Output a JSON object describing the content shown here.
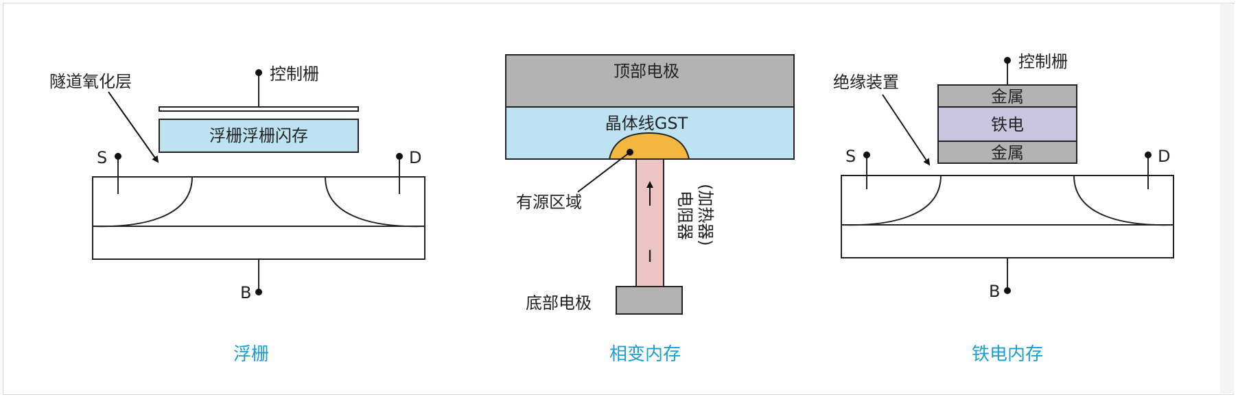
{
  "floating_gate": {
    "tunnel_oxide": "隧道氧化层",
    "control_gate": "控制栅",
    "gate_box": "浮栅浮栅闪存",
    "source": "S",
    "drain": "D",
    "body": "B",
    "caption": "浮栅"
  },
  "phase_change": {
    "top_electrode": "顶部电极",
    "crystal_line": "晶体线GST",
    "active_region": "有源区域",
    "resistor_heater": [
      "电阻器",
      "(加热器)"
    ],
    "current_symbol": "I",
    "bottom_electrode": "底部电极",
    "caption": "相变内存"
  },
  "ferroelectric": {
    "insulator": "绝缘装置",
    "control_gate": "控制栅",
    "layers": [
      "金属",
      "铁电",
      "金属"
    ],
    "source": "S",
    "drain": "D",
    "body": "B",
    "caption": "铁电内存"
  },
  "colors": {
    "caption": "#1a9fd0",
    "gate_box_fill": "#bde3f2",
    "electrode_fill": "#b3b3b3",
    "gst_fill": "#bde3f2",
    "active_fill": "#f3b73f",
    "resistor_fill": "#ecc4c4",
    "ferro_fill": "#c9c5e0"
  }
}
